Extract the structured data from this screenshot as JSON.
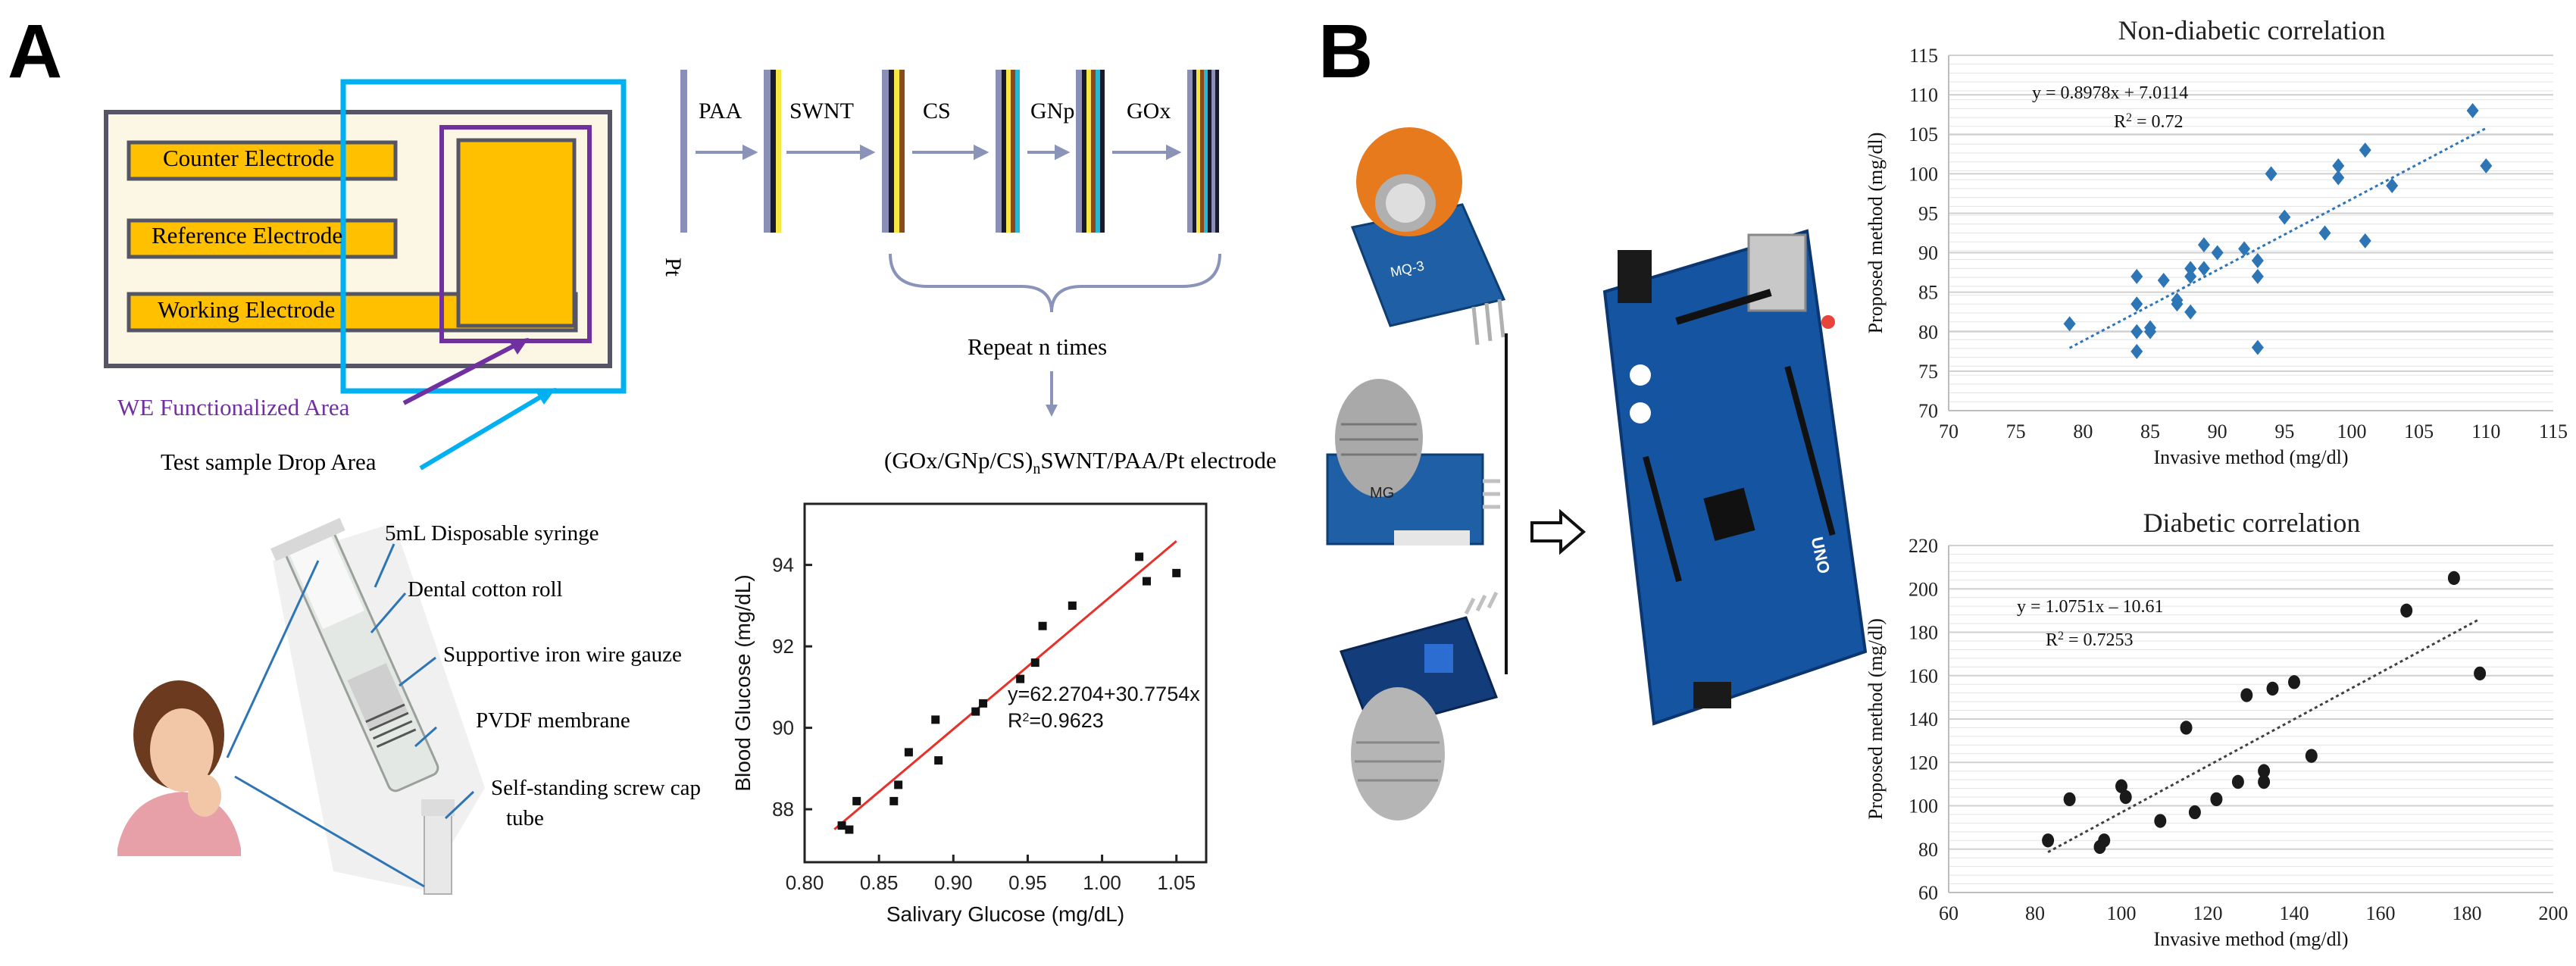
{
  "panels": {
    "a_label": "A",
    "b_label": "B"
  },
  "electrode": {
    "counter": "Counter Electrode",
    "reference": "Reference Electrode",
    "working": "Working Electrode",
    "we_area": "WE Functionalized Area",
    "drop_area": "Test sample Drop Area",
    "colors": {
      "pad": "#ffc000",
      "we_area": "#7030a0",
      "drop_area": "#00b0f0"
    }
  },
  "layers": {
    "steps": [
      "PAA",
      "SWNT",
      "CS",
      "GNp",
      "GOx"
    ],
    "base": "Pt",
    "repeat": "Repeat n times",
    "formula_pre": "(GOx/GNp/CS)",
    "formula_sub": "n",
    "formula_post": "SWNT/PAA/Pt electrode"
  },
  "syringe": {
    "labels": [
      "5mL Disposable syringe",
      "Dental cotton roll",
      "Supportive iron wire gauze",
      "PVDF membrane",
      "Self-standing screw cap",
      "tube"
    ]
  },
  "sensor": {
    "mq3_label": "MQ-3",
    "mg_label": "MG",
    "board_label": "UNO"
  },
  "chart_data": [
    {
      "type": "scatter",
      "title": "",
      "xlabel": "Salivary Glucose (mg/dL)",
      "ylabel": "Blood Glucose (mg/dL)",
      "xlim": [
        0.8,
        1.07
      ],
      "ylim": [
        86.7,
        95.5
      ],
      "xticks": [
        "0.80",
        "0.85",
        "0.90",
        "0.95",
        "1.00",
        "1.05"
      ],
      "xtick_values": [
        0.8,
        0.85,
        0.9,
        0.95,
        1.0,
        1.05
      ],
      "yticks": [
        "88",
        "90",
        "92",
        "94"
      ],
      "ytick_values": [
        88,
        90,
        92,
        94
      ],
      "equation": "y=62.2704+30.7754x",
      "r2": "R",
      "r2_sup": "2",
      "r2_value": "=0.9623",
      "fit": {
        "intercept": 62.2704,
        "slope": 30.7754,
        "x_range": [
          0.82,
          1.05
        ],
        "color": "#e8312a"
      },
      "grid": false,
      "points": [
        [
          0.825,
          87.6
        ],
        [
          0.83,
          87.5
        ],
        [
          0.835,
          88.2
        ],
        [
          0.86,
          88.2
        ],
        [
          0.863,
          88.6
        ],
        [
          0.87,
          89.4
        ],
        [
          0.888,
          90.2
        ],
        [
          0.89,
          89.2
        ],
        [
          0.915,
          90.4
        ],
        [
          0.92,
          90.6
        ],
        [
          0.945,
          91.2
        ],
        [
          0.955,
          91.6
        ],
        [
          0.96,
          92.5
        ],
        [
          0.98,
          93.0
        ],
        [
          1.025,
          94.2
        ],
        [
          1.03,
          93.6
        ],
        [
          1.05,
          93.8
        ]
      ]
    },
    {
      "type": "scatter",
      "title": "Non-diabetic correlation",
      "xlabel": "Invasive method (mg/dl)",
      "ylabel": "Proposed method (mg/dl)",
      "xlim": [
        70,
        115
      ],
      "ylim": [
        70,
        115
      ],
      "xticks": [
        "70",
        "75",
        "80",
        "85",
        "90",
        "95",
        "100",
        "105",
        "110",
        "115"
      ],
      "xtick_values": [
        70,
        75,
        80,
        85,
        90,
        95,
        100,
        105,
        110,
        115
      ],
      "yticks": [
        "70",
        "75",
        "80",
        "85",
        "90",
        "95",
        "100",
        "105",
        "110",
        "115"
      ],
      "ytick_values": [
        70,
        75,
        80,
        85,
        90,
        95,
        100,
        105,
        110,
        115
      ],
      "equation": "y = 0.8978x + 7.0114",
      "r2": "R",
      "r2_sup": "2",
      "r2_value": " = 0.72",
      "fit": {
        "intercept": 7.0114,
        "slope": 0.8978,
        "x_range": [
          79,
          110
        ],
        "color": "#2e75b6"
      },
      "grid": true,
      "point_color": "#2e75b6",
      "points": [
        [
          79,
          81
        ],
        [
          84,
          87
        ],
        [
          84,
          83.5
        ],
        [
          84,
          80
        ],
        [
          84,
          77.5
        ],
        [
          85,
          80.5
        ],
        [
          85,
          80
        ],
        [
          86,
          86.5
        ],
        [
          87,
          84
        ],
        [
          87,
          83.5
        ],
        [
          88,
          88
        ],
        [
          88,
          87
        ],
        [
          88,
          82.5
        ],
        [
          89,
          91
        ],
        [
          89,
          88
        ],
        [
          90,
          90
        ],
        [
          92,
          90.5
        ],
        [
          93,
          89
        ],
        [
          93,
          87
        ],
        [
          93,
          78
        ],
        [
          94,
          100
        ],
        [
          95,
          94.5
        ],
        [
          98,
          92.5
        ],
        [
          99,
          101
        ],
        [
          99,
          99.5
        ],
        [
          101,
          103
        ],
        [
          101,
          91.5
        ],
        [
          103,
          98.5
        ],
        [
          109,
          108
        ],
        [
          110,
          101
        ]
      ]
    },
    {
      "type": "scatter",
      "title": "Diabetic correlation",
      "xlabel": "Invasive method (mg/dl)",
      "ylabel": "Proposed method (mg/dl)",
      "xlim": [
        60,
        200
      ],
      "ylim": [
        60,
        220
      ],
      "xticks": [
        "60",
        "80",
        "100",
        "120",
        "140",
        "160",
        "180",
        "200"
      ],
      "xtick_values": [
        60,
        80,
        100,
        120,
        140,
        160,
        180,
        200
      ],
      "yticks": [
        "60",
        "80",
        "100",
        "120",
        "140",
        "160",
        "180",
        "200",
        "220"
      ],
      "ytick_values": [
        60,
        80,
        100,
        120,
        140,
        160,
        180,
        200,
        220
      ],
      "equation": "y = 1.0751x – 10.61",
      "r2": "R",
      "r2_sup": "2",
      "r2_value": " = 0.7253",
      "fit": {
        "intercept": -10.61,
        "slope": 1.0751,
        "x_range": [
          83,
          183
        ],
        "color": "#404040"
      },
      "grid": true,
      "point_color": "#1a1a1a",
      "points": [
        [
          83,
          84
        ],
        [
          88,
          103
        ],
        [
          95,
          81
        ],
        [
          96,
          84
        ],
        [
          100,
          109
        ],
        [
          101,
          104
        ],
        [
          109,
          93
        ],
        [
          115,
          136
        ],
        [
          117,
          97
        ],
        [
          122,
          103
        ],
        [
          127,
          111
        ],
        [
          129,
          151
        ],
        [
          133,
          111
        ],
        [
          133,
          116
        ],
        [
          135,
          154
        ],
        [
          140,
          157
        ],
        [
          144,
          123
        ],
        [
          166,
          190
        ],
        [
          177,
          205
        ],
        [
          183,
          161
        ]
      ]
    }
  ]
}
